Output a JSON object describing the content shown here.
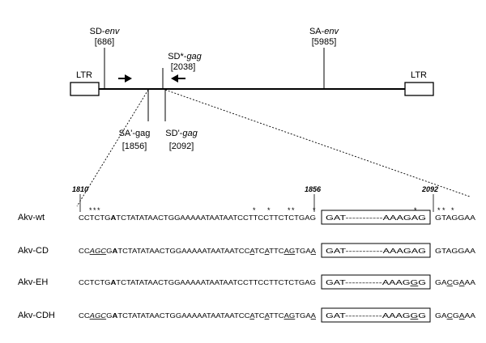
{
  "map": {
    "ltr_left": "LTR",
    "ltr_right": "LTR",
    "sd_env": {
      "name": "SD-",
      "italic": "env",
      "pos": "[686]"
    },
    "sa_env": {
      "name": "SA-",
      "italic": "env",
      "pos": "[5985]"
    },
    "sd_star_gag": {
      "name": "SD*-",
      "italic": "gag",
      "pos": "[2038]"
    },
    "sa_prime_gag": {
      "name": "SA'-gag",
      "pos": "[1856]"
    },
    "sd_prime_gag": {
      "name": "SD'-",
      "italic": "gag",
      "pos": "[2092]"
    }
  },
  "alignment": {
    "pos_1810": "1810",
    "pos_1856": "1856",
    "pos_2092": "2092",
    "rows": [
      {
        "name": "Akv-wt",
        "seq_parts": [
          {
            "t": "CCTCTG"
          },
          {
            "t": "A",
            "b": true
          },
          {
            "t": "TCTATATAACTGGAAAAATAATAATCCTTCCTTCTCTGAG"
          }
        ],
        "box": "GAT-----------AAAGAG",
        "tail": [
          {
            "t": "GTAGGAA"
          }
        ]
      },
      {
        "name": "Akv-CD",
        "seq_parts": [
          {
            "t": "CC"
          },
          {
            "t": "AGC",
            "i": true,
            "u": true
          },
          {
            "t": "G"
          },
          {
            "t": "A",
            "b": true
          },
          {
            "t": "TCTATATAACTGGAAAAATAATAATCC"
          },
          {
            "t": "A",
            "u": true
          },
          {
            "t": "TC"
          },
          {
            "t": "A",
            "u": true
          },
          {
            "t": "TTC"
          },
          {
            "t": "AG",
            "u": true
          },
          {
            "t": "TGA"
          },
          {
            "t": "A",
            "u": true
          }
        ],
        "box": "GAT-----------AAAGAG",
        "tail": [
          {
            "t": "GTAGGAA"
          }
        ]
      },
      {
        "name": "Akv-EH",
        "seq_parts": [
          {
            "t": "CCTCTG"
          },
          {
            "t": "A",
            "b": true
          },
          {
            "t": "TCTATATAACTGGAAAAATAATAATCCTTCCTTCTCTGAG"
          }
        ],
        "box_parts": [
          {
            "t": "GAT-----------AAAG"
          },
          {
            "t": "G",
            "u": true
          },
          {
            "t": "G"
          }
        ],
        "tail": [
          {
            "t": "GA"
          },
          {
            "t": "C",
            "u": true
          },
          {
            "t": "G"
          },
          {
            "t": "A",
            "u": true
          },
          {
            "t": "AA"
          }
        ]
      },
      {
        "name": "Akv-CDH",
        "seq_parts": [
          {
            "t": "CC"
          },
          {
            "t": "AGC",
            "i": true,
            "u": true
          },
          {
            "t": "G"
          },
          {
            "t": "A",
            "b": true
          },
          {
            "t": "TCTATATAACTGGAAAAATAATAATCC"
          },
          {
            "t": "A",
            "u": true
          },
          {
            "t": "TC"
          },
          {
            "t": "A",
            "u": true
          },
          {
            "t": "TTC"
          },
          {
            "t": "AG",
            "u": true
          },
          {
            "t": "TGA"
          },
          {
            "t": "A",
            "u": true
          }
        ],
        "box_parts": [
          {
            "t": "GAT-----------AAAG"
          },
          {
            "t": "G",
            "u": true
          },
          {
            "t": "G"
          }
        ],
        "tail": [
          {
            "t": "GA"
          },
          {
            "t": "C",
            "u": true
          },
          {
            "t": "G"
          },
          {
            "t": "A",
            "u": true
          },
          {
            "t": "AA"
          }
        ]
      }
    ]
  }
}
